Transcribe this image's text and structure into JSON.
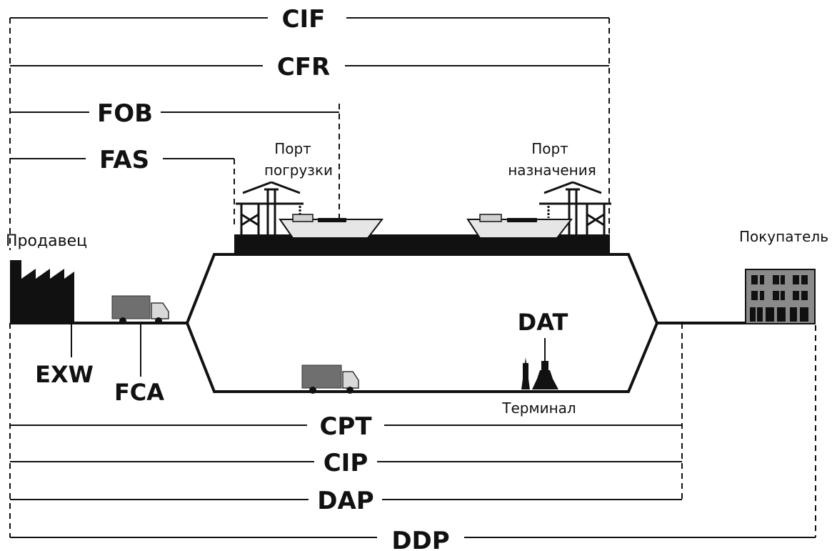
{
  "terms": {
    "cif": "CIF",
    "cfr": "CFR",
    "fob": "FOB",
    "fas": "FAS",
    "exw": "EXW",
    "fca": "FCA",
    "dat": "DAT",
    "cpt": "CPT",
    "cip": "CIP",
    "dap": "DAP",
    "ddp": "DDP"
  },
  "places": {
    "seller": "Продавец",
    "buyer": "Покупатель",
    "port_loading_1": "Порт",
    "port_loading_2": "погрузки",
    "port_dest_1": "Порт",
    "port_dest_2": "назначения",
    "terminal": "Терминал"
  },
  "icons": [
    "factory-icon",
    "truck-icon",
    "crane-icon",
    "ship-icon",
    "building-icon",
    "terminal-icon"
  ],
  "colors": {
    "ink": "#111111",
    "truck": "#6f6f6f",
    "building": "#8a8a8a"
  }
}
